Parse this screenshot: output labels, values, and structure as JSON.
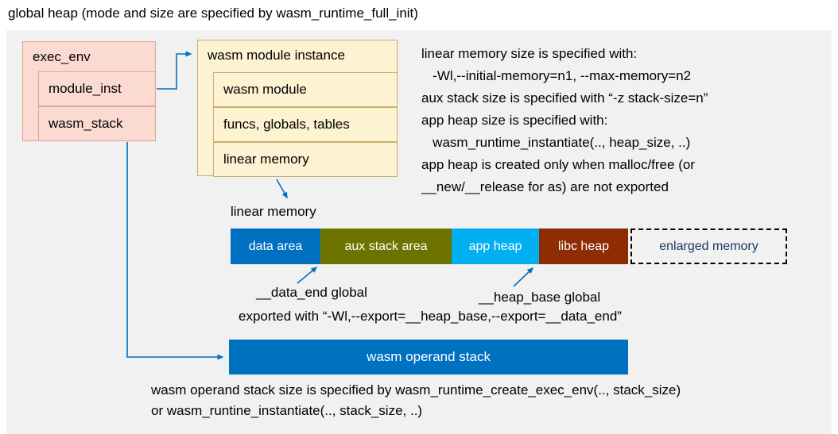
{
  "title": "global heap (mode and size are specified by wasm_runtime_full_init)",
  "exec_env": {
    "title": "exec_env",
    "items": [
      "module_inst",
      "wasm_stack"
    ]
  },
  "module_instance": {
    "title": "wasm module instance",
    "items": [
      "wasm module",
      "funcs, globals, tables",
      "linear memory"
    ]
  },
  "notes_right": [
    "linear memory size is specified with:",
    "   -Wl,--initial-memory=n1, --max-memory=n2",
    "aux stack size is specified with “-z stack-size=n”",
    "app heap size is specified with:",
    "   wasm_runtime_instantiate(.., heap_size, ..)",
    "app heap is created only when malloc/free (or",
    "__new/__release for as) are not exported"
  ],
  "linear_memory_label": "linear memory",
  "memory_bar": {
    "segments": [
      {
        "label": "data area",
        "color": "#0070c0",
        "text_color": "#ffffff"
      },
      {
        "label": "aux stack area",
        "color": "#6e7300",
        "text_color": "#ffffff"
      },
      {
        "label": "app heap",
        "color": "#00b0f0",
        "text_color": "#ffffff"
      },
      {
        "label": "libc heap",
        "color": "#8e2c04",
        "text_color": "#ffffff"
      },
      {
        "label": "enlarged memory",
        "color": "#f1f1f1",
        "text_color": "#17375e",
        "border": "dashed"
      }
    ]
  },
  "annotations": {
    "data_end": "__data_end global",
    "heap_base": "__heap_base global",
    "exported": "exported with “-Wl,--export=__heap_base,--export=__data_end”"
  },
  "operand_stack": {
    "label": "wasm operand stack"
  },
  "bottom_notes": [
    "wasm operand stack size is specified by wasm_runtime_create_exec_env(.., stack_size)",
    "or wasm_runtine_instantiate(.., stack_size, ..)"
  ],
  "colors": {
    "accent_arrow": "#0070c0",
    "panel_background": "#f1f1f1",
    "exec_env_fill": "#fbdbd1",
    "module_instance_fill": "#fdf2d1",
    "operand_stack_fill": "#0070c0"
  }
}
